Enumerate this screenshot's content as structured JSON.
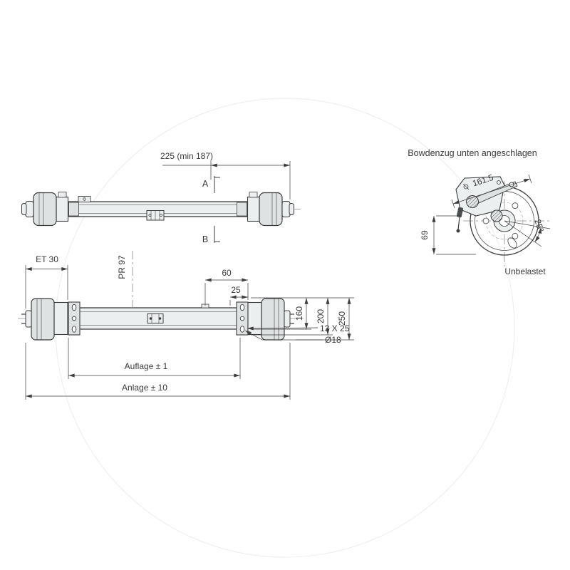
{
  "drawing": {
    "background": "#ffffff",
    "line_color": "#3d3d3d",
    "top_view": {
      "dim_overhang": "225 (min 187)",
      "section_a": "A",
      "section_b": "B"
    },
    "front_view": {
      "wheel_offset": "ET 30",
      "brake_rod_dim": "PR 97",
      "dim_60": "60",
      "dim_25": "25",
      "dim_160": "160",
      "dim_200": "200",
      "dim_250": "250",
      "slot_size": "13 X 25",
      "hole_diameter": "Ø18",
      "support_span": "Auflage ± 1",
      "contact_span": "Anlage ± 10"
    },
    "detail_view": {
      "caption": "Bowdenzug unten angeschlagen",
      "lever_length": "161.5",
      "cable_height": "69",
      "lever_angle": "25°",
      "load_state": "Unbelastet"
    }
  }
}
